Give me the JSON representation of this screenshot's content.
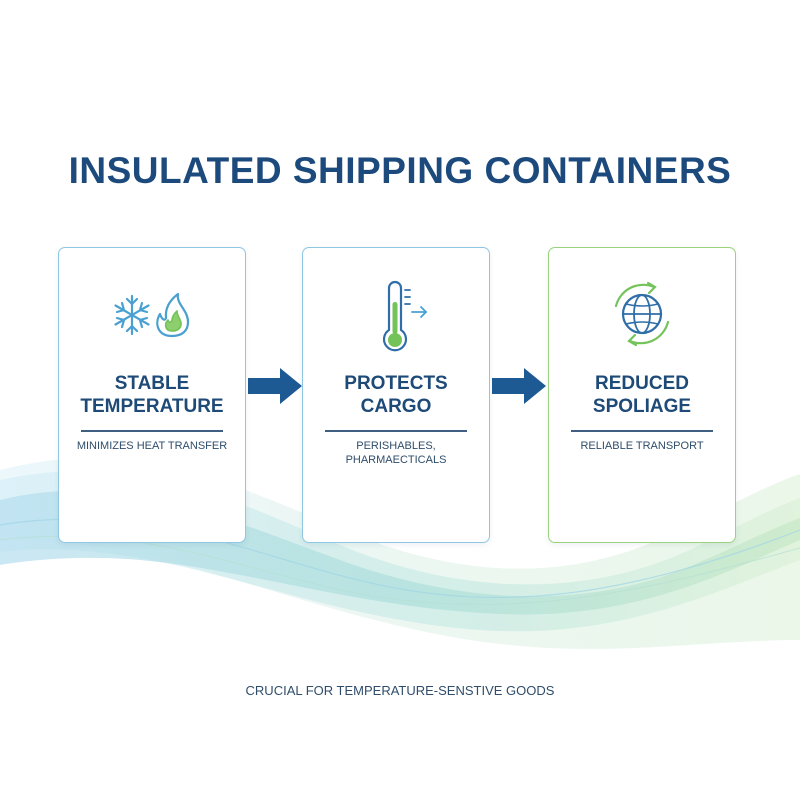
{
  "title": "INSULATED SHIPPING CONTAINERS",
  "colors": {
    "title": "#1d4a7c",
    "heading": "#1e4a78",
    "subtext": "#2f4d6b",
    "card_border_blue": "#8fc7e2",
    "card_border_green": "#9ad27d",
    "arrow": "#1d5a93",
    "icon_blue": "#4aa0d0",
    "icon_green": "#74c35a"
  },
  "cards": [
    {
      "heading": "STABLE TEMPERATURE",
      "subtext": "MINIMIZES HEAT TRANSFER",
      "icons": [
        "snowflake-icon",
        "flame-icon"
      ]
    },
    {
      "heading": "PROTECTS CARGO",
      "subtext": "PERISHABLES, PHARMAECTICALS",
      "icons": [
        "thermometer-icon"
      ]
    },
    {
      "heading": "REDUCED SPOLIAGE",
      "subtext": "RELIABLE TRANSPORT",
      "icons": [
        "globe-cycle-icon"
      ]
    }
  ],
  "arrows": [
    "arrow-right-icon",
    "arrow-right-icon"
  ],
  "footer": "CRUCIAL FOR TEMPERATURE-SENSTIVE GOODS"
}
